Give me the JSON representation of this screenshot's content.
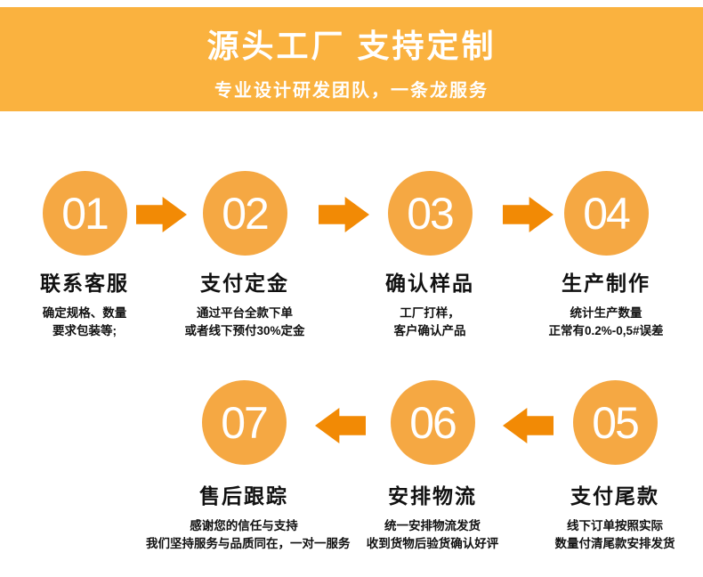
{
  "banner": {
    "title": "源头工厂 支持定制",
    "subtitle": "专业设计研发团队，一条龙服务"
  },
  "colors": {
    "banner_bg": "#FAB23F",
    "circle_fill": "#F5A843",
    "arrow_fill": "#F28A05",
    "text_on_orange": "#FFFFFF",
    "step_text": "#111111"
  },
  "steps": [
    {
      "number": "01",
      "title": "联系客服",
      "desc_line1": "确定规格、数量",
      "desc_line2": "要求包装等;"
    },
    {
      "number": "02",
      "title": "支付定金",
      "desc_line1": "通过平台全款下单",
      "desc_line2": "或者线下预付30%定金"
    },
    {
      "number": "03",
      "title": "确认样品",
      "desc_line1": "工厂打样，",
      "desc_line2": "客户确认产品"
    },
    {
      "number": "04",
      "title": "生产制作",
      "desc_line1": "统计生产数量",
      "desc_line2": "正常有0.2%-0,5#误差"
    },
    {
      "number": "05",
      "title": "支付尾款",
      "desc_line1": "线下订单按照实际",
      "desc_line2": "数量付清尾款安排发货"
    },
    {
      "number": "06",
      "title": "安排物流",
      "desc_line1": "统一安排物流发货",
      "desc_line2": "收到货物后验货确认好评"
    },
    {
      "number": "07",
      "title": "售后跟踪",
      "desc_line1": "感谢您的信任与支持",
      "desc_line2": "我们坚持服务与品质同在，一对一服务"
    }
  ]
}
